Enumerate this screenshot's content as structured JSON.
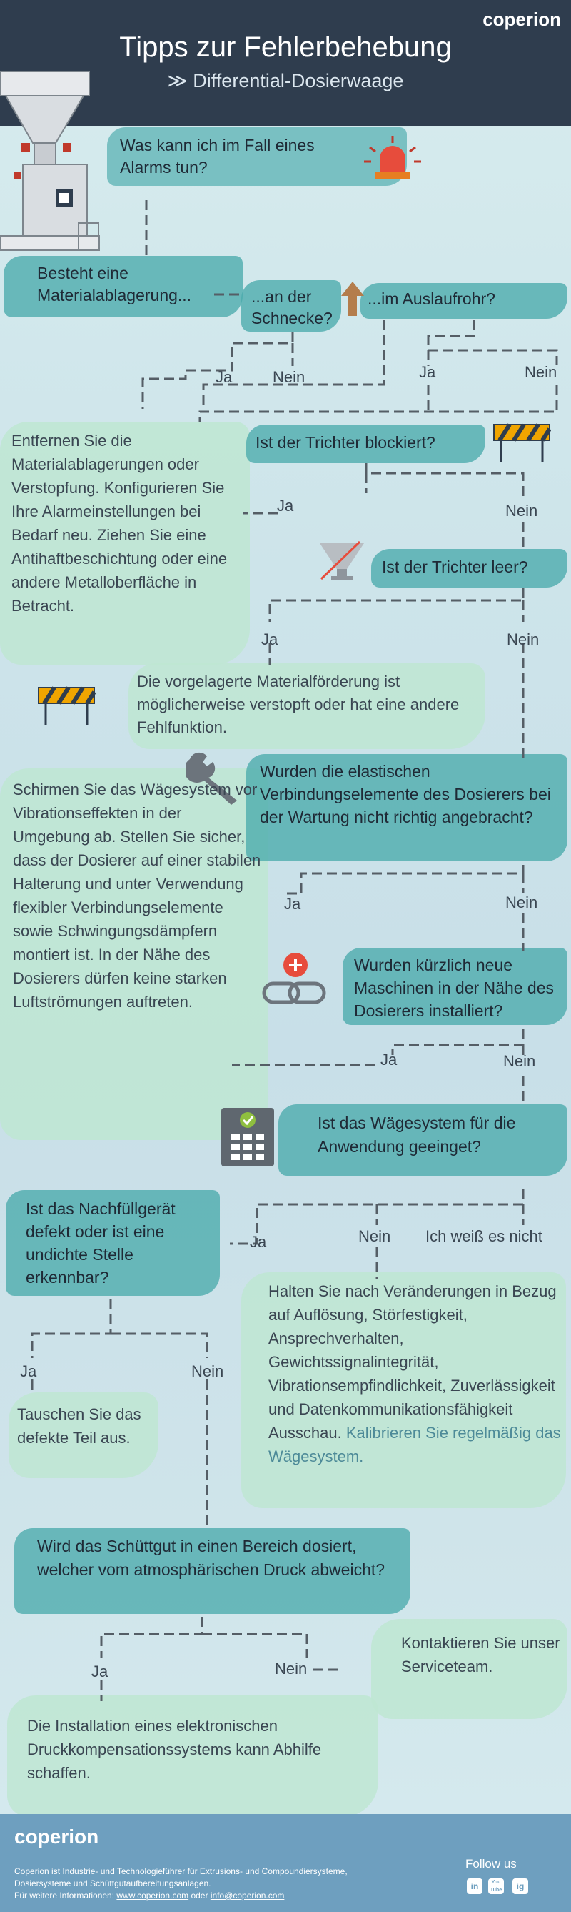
{
  "brand": "coperion",
  "colors": {
    "header_bg": "#2f3d4e",
    "footer_bg": "#6e9fbf",
    "teal": "#4aaaac",
    "light_green": "#bee6d2",
    "line": "#555e66"
  },
  "header": {
    "title": "Tipps zur Fehlerbehebung",
    "subtitle": "≫ Differential-Dosierwaage"
  },
  "nodes": {
    "q_alarm": "Was kann ich im Fall eines Alarms tun?",
    "q_material": "Besteht eine Materialablagerung...",
    "q_screw": "...an der Schnecke?",
    "q_outlet": "...im Auslaufrohr?",
    "t_remove": "Entfernen Sie die Materialablagerungen oder Verstopfung. Konfigurieren Sie Ihre Alarmeinstellungen bei Bedarf neu. Ziehen Sie eine Antihaftbeschichtung oder eine andere Metalloberfläche in Betracht.",
    "q_hopper_blocked": "Ist der Trichter blockiert?",
    "q_hopper_empty": "Ist der Trichter leer?",
    "t_upstream": "Die vorgelagerte Materialförderung ist möglicherweise verstopft oder hat eine andere Fehlfunktion.",
    "q_flex": "Wurden die elastischen Verbindungselemente des Dosierers bei der Wartung nicht richtig angebracht?",
    "t_shield": "Schirmen Sie das Wägesystem vor Vibrationseffekten in der Umgebung ab. Stellen Sie sicher, dass der Dosierer auf einer stabilen Halterung und unter Verwendung flexibler Verbindungselemente sowie Schwingungsdämpfern montiert ist. In der Nähe des Dosierers dürfen keine starken Luftströmungen auftreten.",
    "q_new_machines": "Wurden kürzlich neue Maschinen in der Nähe des Dosierers installiert?",
    "q_weighing": "Ist das Wägesystem für die Anwendung geeinget?",
    "q_refill": "Ist das Nachfüllgerät defekt oder ist eine undichte Stelle erkennbar?",
    "t_check_main": "Halten Sie nach Veränderungen in Bezug auf Auflösung, Störfestigkeit, Ansprechverhalten, Gewichtssignalintegrität, Vibrationsempfindlichkeit, Zuverlässigkeit und Datenkommunikationsfähigkeit Ausschau.",
    "t_check_accent": "Kalibrieren Sie regelmäßig das Wägesystem.",
    "t_replace": "Tauschen Sie das defekte Teil aus.",
    "q_pressure": "Wird das Schüttgut in einen Bereich dosiert, welcher vom atmosphärischen Druck abweicht?",
    "t_contact": "Kontaktieren Sie unser Serviceteam.",
    "t_compensation": "Die Installation eines elektronischen Druckkompensationssystems kann Abhilfe schaffen."
  },
  "labels": {
    "yes": "Ja",
    "no": "Nein",
    "dont_know": "Ich weiß es nicht"
  },
  "footer": {
    "line1": "Coperion ist Industrie- und Technologieführer für Extrusions- und Compoundiersysteme,",
    "line2": "Dosiersysteme und Schüttgutaufbereitungsanlagen.",
    "line3_prefix": "Für weitere Informationen: ",
    "link1": "www.coperion.com",
    "or": " oder ",
    "link2": "info@coperion.com",
    "follow": "Follow us",
    "social": [
      "in",
      "You Tube",
      "ig"
    ]
  },
  "icons": [
    "feeder-machine-icon",
    "alarm-light-icon",
    "arrow-up-icon",
    "barrier-icon",
    "empty-hopper-icon",
    "wrench-icon",
    "new-machine-icon",
    "scale-terminal-icon",
    "linkedin-icon",
    "youtube-icon",
    "instagram-icon"
  ]
}
